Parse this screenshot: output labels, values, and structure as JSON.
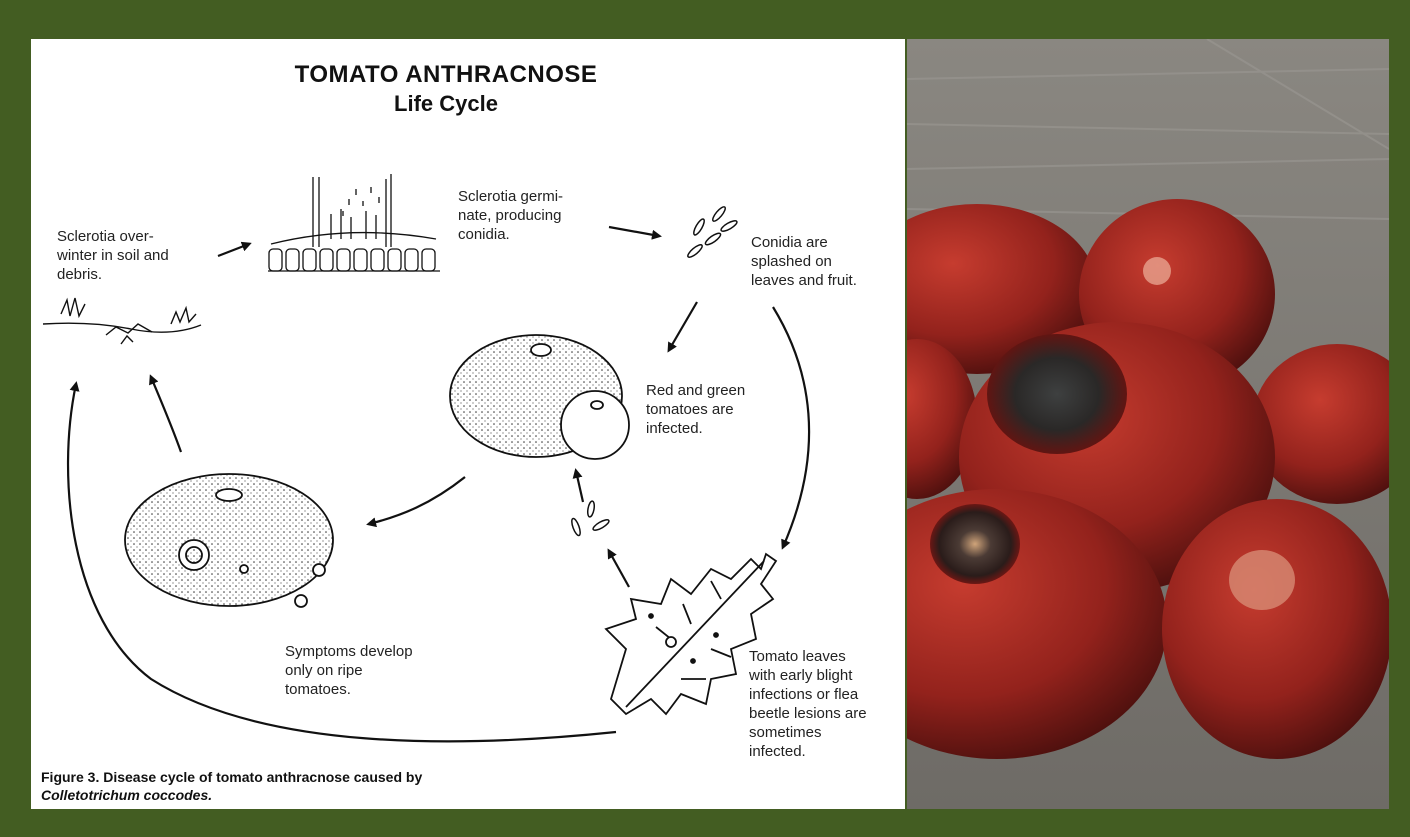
{
  "diagram": {
    "title": "TOMATO ANTHRACNOSE",
    "subtitle": "Life Cycle",
    "labels": {
      "overwinter": "Sclerotia over-\nwinter in soil and\ndebris.",
      "germinate": "Sclerotia germi-\nnate, producing\nconidia.",
      "splashed": "Conidia are\nsplashed on\nleaves and fruit.",
      "infected": "Red and green\ntomatoes are\ninfected.",
      "symptoms": "Symptoms develop\nonly on ripe\ntomatoes.",
      "leaves": "Tomato leaves\nwith early blight\ninfections or flea\nbeetle lesions are\nsometimes\ninfected."
    },
    "caption_line1": "Figure 3. Disease cycle of tomato anthracnose caused by",
    "caption_line2": "Colletotrichum coccodes."
  },
  "colors": {
    "frame": "#435d22",
    "panel": "#ffffff",
    "ink": "#111111",
    "tomato_red": "#8e1a17",
    "wood": "#7d7b76"
  }
}
